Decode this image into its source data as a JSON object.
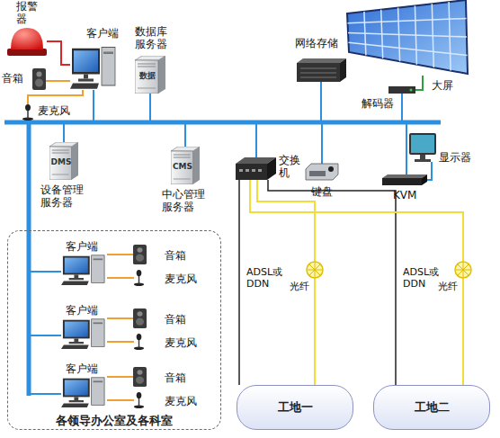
{
  "diagram": {
    "nodes": [
      {
        "text": [
          "报警器"
        ]
      },
      {
        "text": [
          "客户端"
        ]
      },
      {
        "text": [
          "音箱"
        ]
      },
      {
        "text": [
          "麦克风"
        ]
      },
      {
        "text": [
          "数据库 服务器",
          "数据"
        ]
      },
      {
        "text": [
          "网络存储"
        ]
      },
      {
        "text": [
          "大屏"
        ]
      },
      {
        "text": [
          "解码器"
        ]
      },
      {
        "text": [
          "DMS",
          "设备管理 服务器"
        ]
      },
      {
        "text": [
          "CMS",
          "中心管理 服务器"
        ]
      },
      {
        "text": [
          "交换 机"
        ]
      },
      {
        "text": [
          "键盘"
        ]
      },
      {
        "text": [
          "显示器"
        ]
      },
      {
        "text": [
          "KVM"
        ]
      },
      {
        "text": [
          "各领导办公室及各科室"
        ]
      },
      {
        "text": [
          "客户端"
        ],
        "in": 14
      },
      {
        "text": [
          "音箱"
        ],
        "in": 14
      },
      {
        "text": [
          "麦克风"
        ],
        "in": 14
      },
      {
        "text": [
          "客户端"
        ],
        "in": 14
      },
      {
        "text": [
          "音箱"
        ],
        "in": 14
      },
      {
        "text": [
          "麦克风"
        ],
        "in": 14
      },
      {
        "text": [
          "客户端"
        ],
        "in": 14
      },
      {
        "text": [
          "音箱"
        ],
        "in": 14
      },
      {
        "text": [
          "麦克风"
        ],
        "in": 14
      },
      {
        "text": [
          "工地一"
        ]
      },
      {
        "text": [
          "工地二"
        ]
      }
    ],
    "edges": [
      {
        "from": 0,
        "to": 1,
        "arrow": "none"
      },
      {
        "from": 2,
        "to": 1,
        "arrow": "none"
      },
      {
        "from": 3,
        "to": 1,
        "arrow": "none"
      },
      {
        "from": 7,
        "to": 6,
        "arrow": "none"
      },
      {
        "from": 13,
        "to": 12,
        "arrow": "none"
      },
      {
        "from": 15,
        "to": 16,
        "arrow": "none"
      },
      {
        "from": 15,
        "to": 17,
        "arrow": "none"
      },
      {
        "from": 18,
        "to": 19,
        "arrow": "none"
      },
      {
        "from": 18,
        "to": 20,
        "arrow": "none"
      },
      {
        "from": 21,
        "to": 22,
        "arrow": "none"
      },
      {
        "from": 21,
        "to": 23,
        "arrow": "none"
      },
      {
        "from": 10,
        "to": 24,
        "label": "ADSL或DDN",
        "arrow": "none"
      },
      {
        "from": 10,
        "to": 24,
        "label": "光纤",
        "arrow": "none"
      },
      {
        "from": 10,
        "to": 25,
        "label": "ADSL或DDN",
        "arrow": "none"
      },
      {
        "from": 10,
        "to": 25,
        "label": "光纤",
        "arrow": "none"
      }
    ]
  }
}
